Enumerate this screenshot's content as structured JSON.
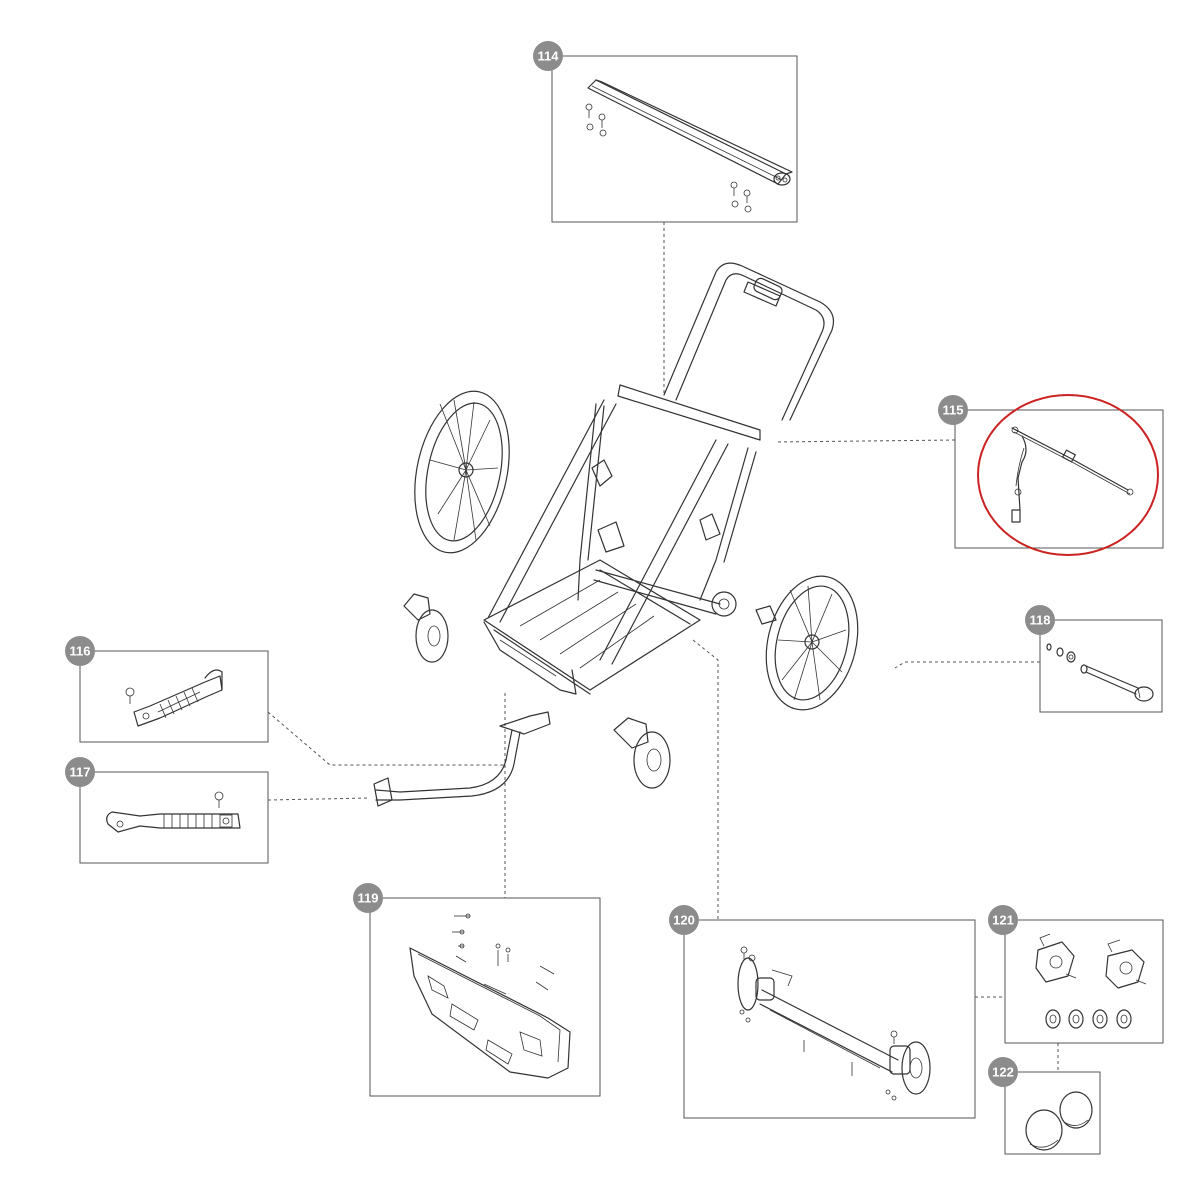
{
  "parts": [
    {
      "id": "114",
      "label": "114"
    },
    {
      "id": "115",
      "label": "115",
      "highlighted": true
    },
    {
      "id": "116",
      "label": "116"
    },
    {
      "id": "117",
      "label": "117"
    },
    {
      "id": "118",
      "label": "118"
    },
    {
      "id": "119",
      "label": "119"
    },
    {
      "id": "120",
      "label": "120"
    },
    {
      "id": "121",
      "label": "121"
    },
    {
      "id": "122",
      "label": "122"
    }
  ],
  "colors": {
    "badge": "#8c8c8c",
    "highlight": "#cc2222",
    "line": "#333333"
  }
}
